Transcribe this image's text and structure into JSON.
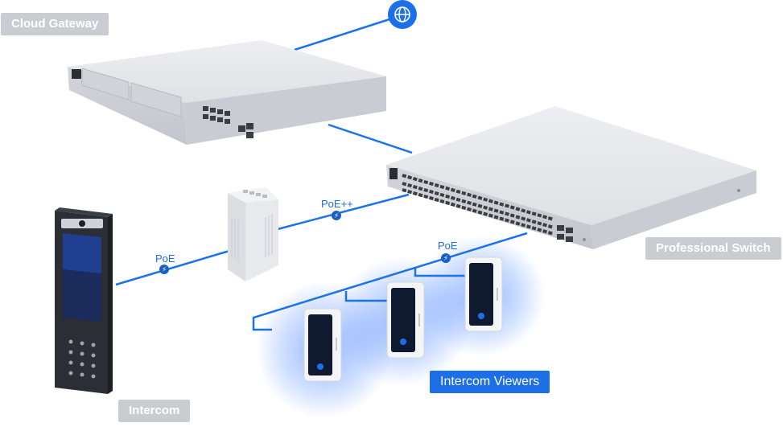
{
  "labels": {
    "cloud_gateway": "Cloud Gateway",
    "professional_switch": "Professional Switch",
    "intercom": "Intercom",
    "intercom_viewers": "Intercom Viewers"
  },
  "links": {
    "poe": "PoE",
    "poe_plus_plus": "PoE++",
    "poe_viewers": "PoE"
  },
  "intercom_screen": {
    "title": "Main Office"
  },
  "colors": {
    "link": "#1a73e8",
    "accent": "#1d6fe8",
    "tag": "#c9ccd1",
    "device": "#d9dbe0",
    "glow": "#3b7bff"
  },
  "icons": {
    "internet": "globe-icon",
    "power": "bolt-icon"
  }
}
